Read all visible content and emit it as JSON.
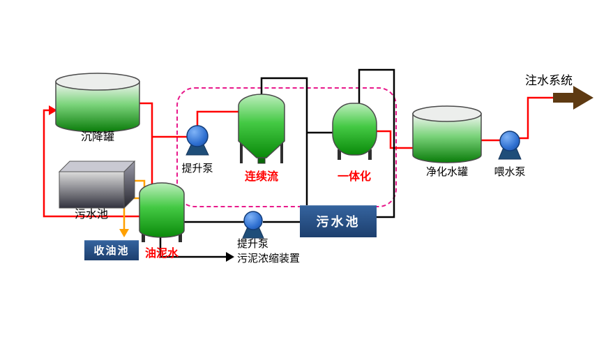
{
  "diagram": {
    "type": "process-flow-diagram",
    "labels": {
      "settling_tank": "沉降罐",
      "sewage_pit": "污水池",
      "lift_pump_1": "提升泵",
      "continuous_flow": "连续流",
      "integrated_unit": "一体化",
      "purified_water_tank": "净化水罐",
      "feed_water_pump": "喂水泵",
      "water_injection_system": "注水系统",
      "oil_collection_pit": "收油池",
      "oily_sludge_water": "油泥水",
      "lift_pump_2": "提升泵",
      "sludge_thickening_unit": "污泥浓缩装置",
      "sewage_pool": "污水池"
    },
    "colors": {
      "tank_green_light": "#bdeebd",
      "tank_green": "#44c944",
      "tank_green_dark": "#0a8a0a",
      "pump_blue": "#2e6fd0",
      "pump_base_blue": "#1f4e79",
      "box_navy": "#1d3f6e",
      "pipe_red": "#ff0000",
      "pipe_black": "#000000",
      "pipe_orange": "#ffa000",
      "dashed_frame_pink": "#e8198b",
      "injection_arrow_brown": "#5e3a12"
    }
  }
}
